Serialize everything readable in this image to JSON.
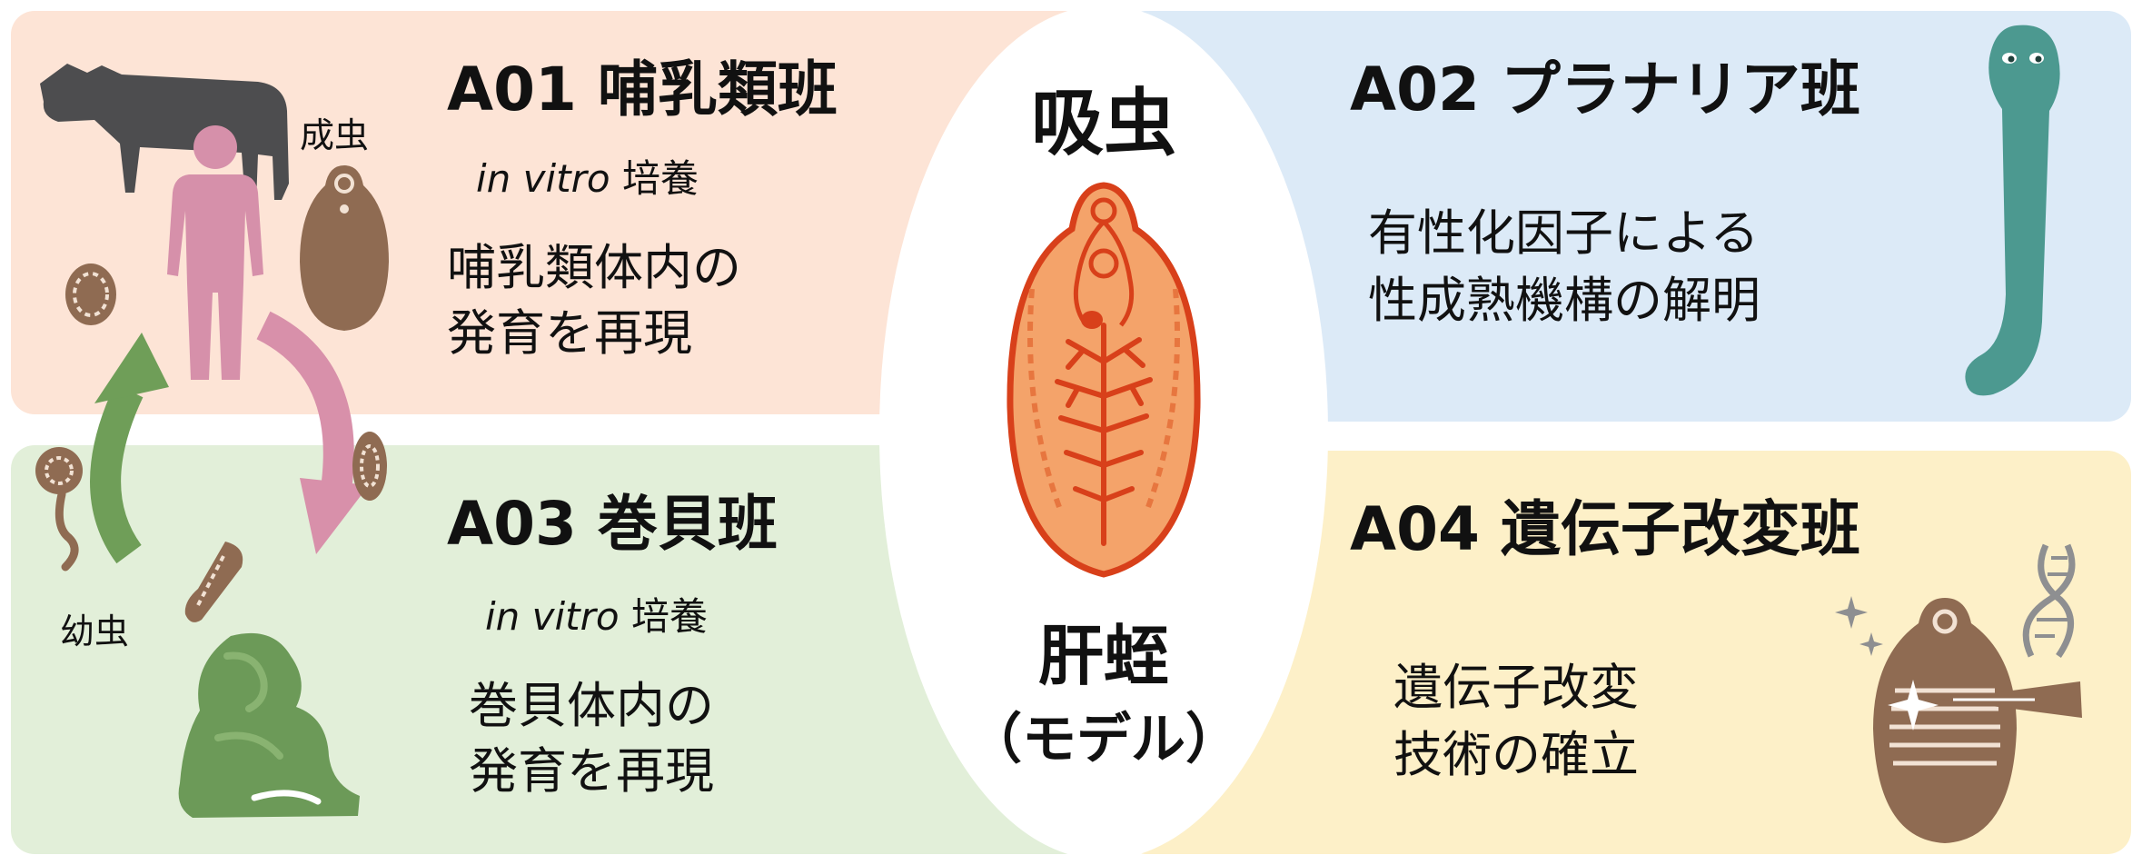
{
  "center": {
    "heading": "吸虫",
    "species": "肝蛭",
    "note": "（モデル）"
  },
  "a01": {
    "title": "A01 哺乳類班",
    "sub_italic": "in vitro",
    "sub_rest": " 培養",
    "line1": "哺乳類体内の",
    "line2": "発育を再現",
    "label_adult": "成虫"
  },
  "a02": {
    "title": "A02 プラナリア班",
    "line1": "有性化因子による",
    "line2": "性成熟機構の解明"
  },
  "a03": {
    "title": "A03 巻貝班",
    "sub_italic": "in vitro",
    "sub_rest": " 培養",
    "line1": "巻貝体内の",
    "line2": "発育を再現",
    "label_larva": "幼虫"
  },
  "a04": {
    "title": "A04 遺伝子改変班",
    "line1": "遺伝子改変",
    "line2": "技術の確立"
  },
  "colors": {
    "a01_bg": "#fde4d6",
    "a02_bg": "#dceaf7",
    "a03_bg": "#e2efd9",
    "a04_bg": "#fdf0c8",
    "fluke_orange": "#f4a36a",
    "fluke_red": "#d8401a"
  }
}
